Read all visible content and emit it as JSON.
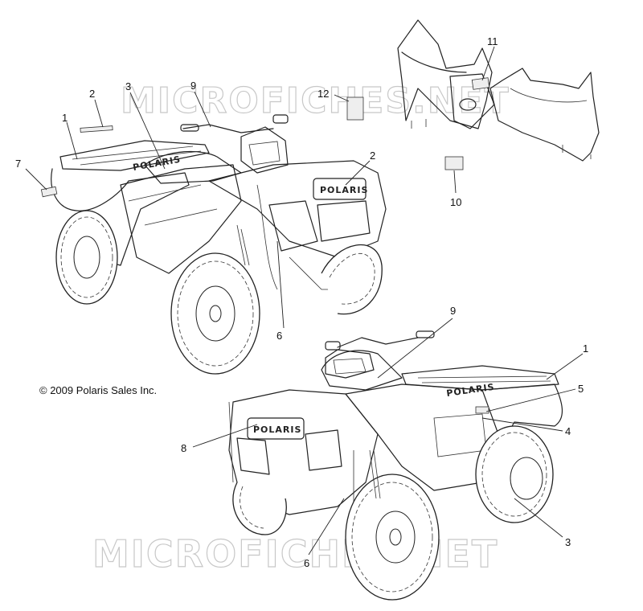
{
  "copyright": "© 2009 Polaris Sales Inc.",
  "watermark_top": "MICROFICHES.NET",
  "watermark_bottom": "MICROFICHES.NET",
  "brand_plate": "POLARIS",
  "brand_plate_small": "POLARIS",
  "callouts": {
    "c1a": "1",
    "c2a": "2",
    "c3a": "3",
    "c9a": "9",
    "c7": "7",
    "c2b": "2",
    "c6a": "6",
    "c12": "12",
    "c11": "11",
    "c10": "10",
    "c9b": "9",
    "c1b": "1",
    "c5": "5",
    "c4": "4",
    "c8": "8",
    "c6b": "6",
    "c3b": "3"
  },
  "colors": {
    "line": "#222222",
    "watermark": "#c8c8c8",
    "background": "#ffffff"
  }
}
